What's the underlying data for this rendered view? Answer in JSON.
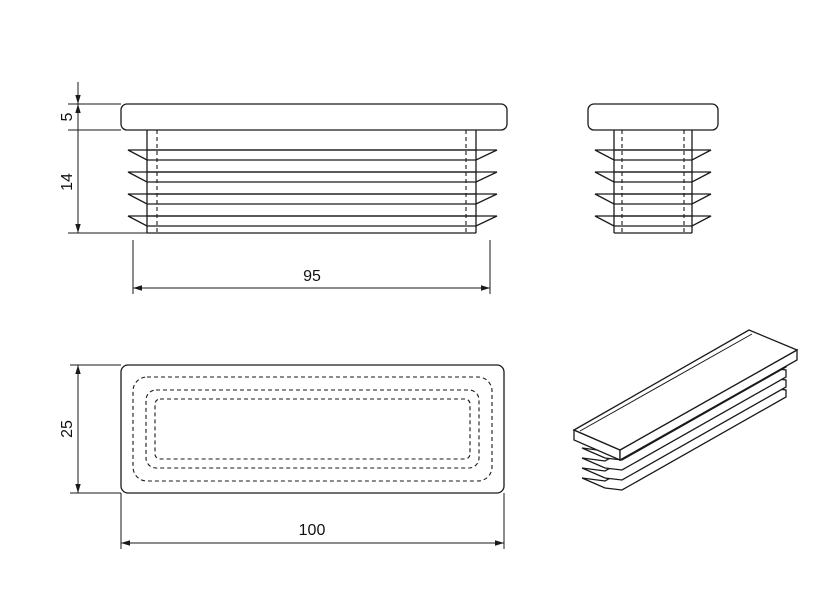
{
  "dimensions": {
    "cap_thickness": "5",
    "insert_height": "14",
    "insert_length": "95",
    "width": "25",
    "overall_length": "100"
  },
  "colors": {
    "line": "#1a1a1a",
    "background": "#ffffff"
  }
}
